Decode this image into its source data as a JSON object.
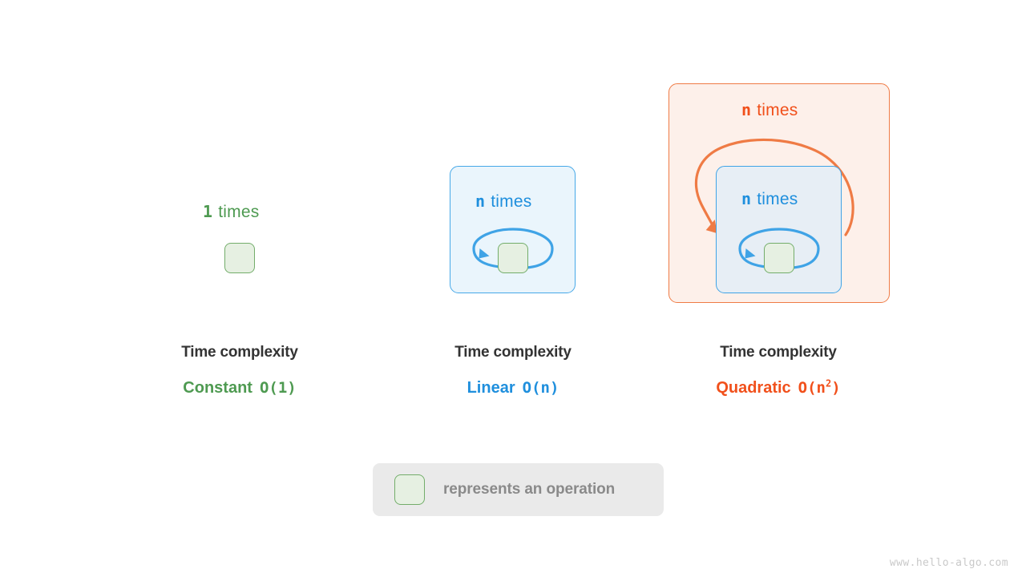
{
  "diagram": {
    "title_watermark": "www.hello-algo.com",
    "colors": {
      "green": "#4e9a51",
      "blue": "#1f8fdd",
      "orange": "#f1501b",
      "op_fill": "#e6f0e2",
      "op_border": "#73ad6a",
      "blue_box_fill": "#eaf5fc",
      "blue_box_border": "#46a8e8",
      "orange_box_fill": "#fdf0ea",
      "orange_box_border": "#ef7b45",
      "caption_title": "#333333",
      "legend_bg": "#eaeaea",
      "legend_text": "#8a8a8a"
    },
    "common": {
      "times_word": "times",
      "complexity_title": "Time complexity"
    },
    "panels": [
      {
        "id": "constant",
        "count_var": "1",
        "times_word": "times",
        "title": "Time complexity",
        "complexity_name": "Constant",
        "big_o_prefix": "O(1)",
        "big_o_base": "O(1)",
        "big_o_exp": "",
        "accent": "#4e9a51",
        "loops": 0
      },
      {
        "id": "linear",
        "count_var": "n",
        "times_word": "times",
        "title": "Time complexity",
        "complexity_name": "Linear",
        "big_o_prefix": "O(n)",
        "big_o_base": "O(n)",
        "big_o_exp": "",
        "accent": "#1f8fdd",
        "loops": 1
      },
      {
        "id": "quadratic",
        "count_var": "n",
        "inner_count_var": "n",
        "times_word": "times",
        "title": "Time complexity",
        "complexity_name": "Quadratic",
        "big_o_prefix": "O(n",
        "big_o_base": "O(n",
        "big_o_exp": "2",
        "big_o_suffix": ")",
        "accent": "#f1501b",
        "loops": 2
      }
    ],
    "legend": {
      "text": "represents an operation",
      "swatch_name": "operation-box"
    }
  }
}
